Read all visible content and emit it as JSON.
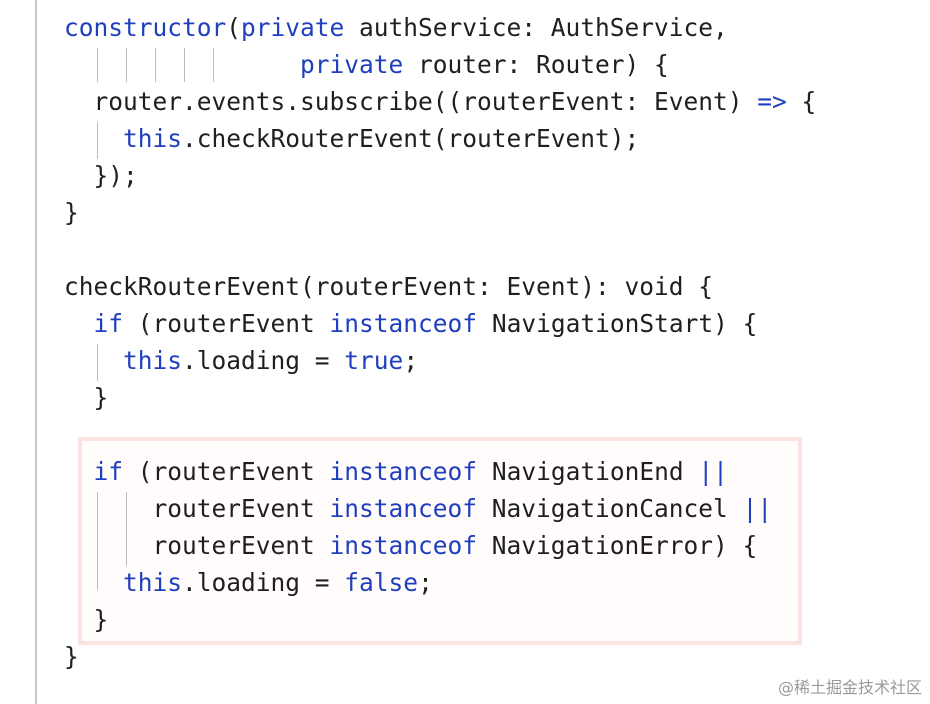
{
  "code": {
    "lines": [
      [
        {
          "t": "kw",
          "v": "constructor"
        },
        {
          "t": "pu",
          "v": "("
        },
        {
          "t": "kw",
          "v": "private"
        },
        {
          "t": "id",
          "v": " authService: AuthService,"
        }
      ],
      [
        {
          "t": "pu",
          "v": "                "
        },
        {
          "t": "kw",
          "v": "private"
        },
        {
          "t": "id",
          "v": " router: Router) {"
        }
      ],
      [
        {
          "t": "pu",
          "v": "  "
        },
        {
          "t": "id",
          "v": "router.events.subscribe((routerEvent: Event) "
        },
        {
          "t": "kw",
          "v": "=>"
        },
        {
          "t": "id",
          "v": " {"
        }
      ],
      [
        {
          "t": "pu",
          "v": "    "
        },
        {
          "t": "kw",
          "v": "this"
        },
        {
          "t": "id",
          "v": ".checkRouterEvent(routerEvent);"
        }
      ],
      [
        {
          "t": "pu",
          "v": "  "
        },
        {
          "t": "id",
          "v": "});"
        }
      ],
      [
        {
          "t": "id",
          "v": "}"
        }
      ],
      [],
      [
        {
          "t": "id",
          "v": "checkRouterEvent(routerEvent: Event): void {"
        }
      ],
      [
        {
          "t": "pu",
          "v": "  "
        },
        {
          "t": "kw",
          "v": "if"
        },
        {
          "t": "id",
          "v": " (routerEvent "
        },
        {
          "t": "kw",
          "v": "instanceof"
        },
        {
          "t": "id",
          "v": " NavigationStart) {"
        }
      ],
      [
        {
          "t": "pu",
          "v": "    "
        },
        {
          "t": "kw",
          "v": "this"
        },
        {
          "t": "id",
          "v": ".loading = "
        },
        {
          "t": "kw",
          "v": "true"
        },
        {
          "t": "id",
          "v": ";"
        }
      ],
      [
        {
          "t": "pu",
          "v": "  "
        },
        {
          "t": "id",
          "v": "}"
        }
      ],
      [],
      [
        {
          "t": "pu",
          "v": "  "
        },
        {
          "t": "kw",
          "v": "if"
        },
        {
          "t": "id",
          "v": " (routerEvent "
        },
        {
          "t": "kw",
          "v": "instanceof"
        },
        {
          "t": "id",
          "v": " NavigationEnd "
        },
        {
          "t": "kw",
          "v": "||"
        }
      ],
      [
        {
          "t": "pu",
          "v": "      "
        },
        {
          "t": "id",
          "v": "routerEvent "
        },
        {
          "t": "kw",
          "v": "instanceof"
        },
        {
          "t": "id",
          "v": " NavigationCancel "
        },
        {
          "t": "kw",
          "v": "||"
        }
      ],
      [
        {
          "t": "pu",
          "v": "      "
        },
        {
          "t": "id",
          "v": "routerEvent "
        },
        {
          "t": "kw",
          "v": "instanceof"
        },
        {
          "t": "id",
          "v": " NavigationError) {"
        }
      ],
      [
        {
          "t": "pu",
          "v": "    "
        },
        {
          "t": "kw",
          "v": "this"
        },
        {
          "t": "id",
          "v": ".loading = "
        },
        {
          "t": "kw",
          "v": "false"
        },
        {
          "t": "id",
          "v": ";"
        }
      ],
      [
        {
          "t": "pu",
          "v": "  "
        },
        {
          "t": "id",
          "v": "}"
        }
      ],
      [
        {
          "t": "id",
          "v": "}"
        }
      ]
    ]
  },
  "watermark": "@稀土掘金技术社区",
  "colors": {
    "keyword": "#1f3fbd",
    "text": "#1f1f1f",
    "highlight_border": "#fbe3e0"
  }
}
